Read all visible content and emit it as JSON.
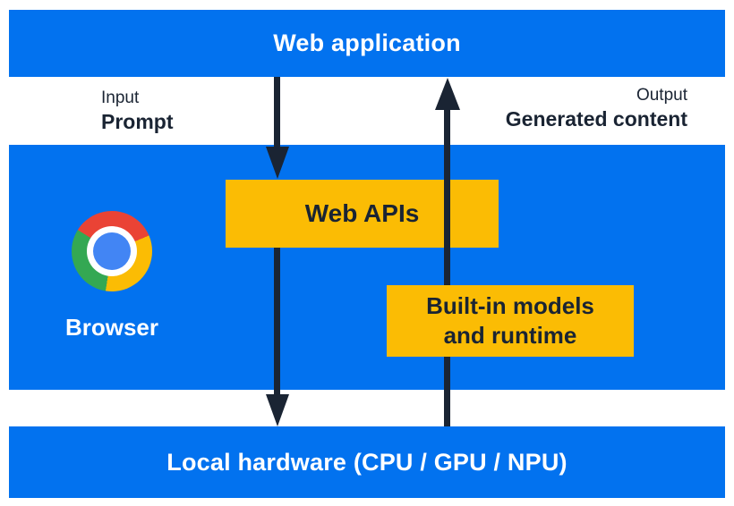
{
  "top_bar": {
    "label": "Web application"
  },
  "io": {
    "input_title": "Input",
    "input_value": "Prompt",
    "output_title": "Output",
    "output_value": "Generated content"
  },
  "browser": {
    "label": "Browser",
    "icon": "chrome-icon"
  },
  "boxes": {
    "web_apis": "Web APIs",
    "builtin_line1": "Built-in models",
    "builtin_line2": "and runtime"
  },
  "bottom_bar": {
    "label": "Local hardware (CPU / GPU / NPU)"
  },
  "arrows": {
    "down_input": "web-application-to-web-apis",
    "down_hardware": "web-apis-to-local-hardware",
    "up_output": "local-hardware-to-web-application"
  },
  "colors": {
    "blue": "#0272EF",
    "yellow": "#FBBC04",
    "navy": "#1A2433",
    "white": "#FFFFFF",
    "chrome-red": "#EA4335",
    "chrome-green": "#34A853",
    "chrome-blue": "#4285F4"
  }
}
